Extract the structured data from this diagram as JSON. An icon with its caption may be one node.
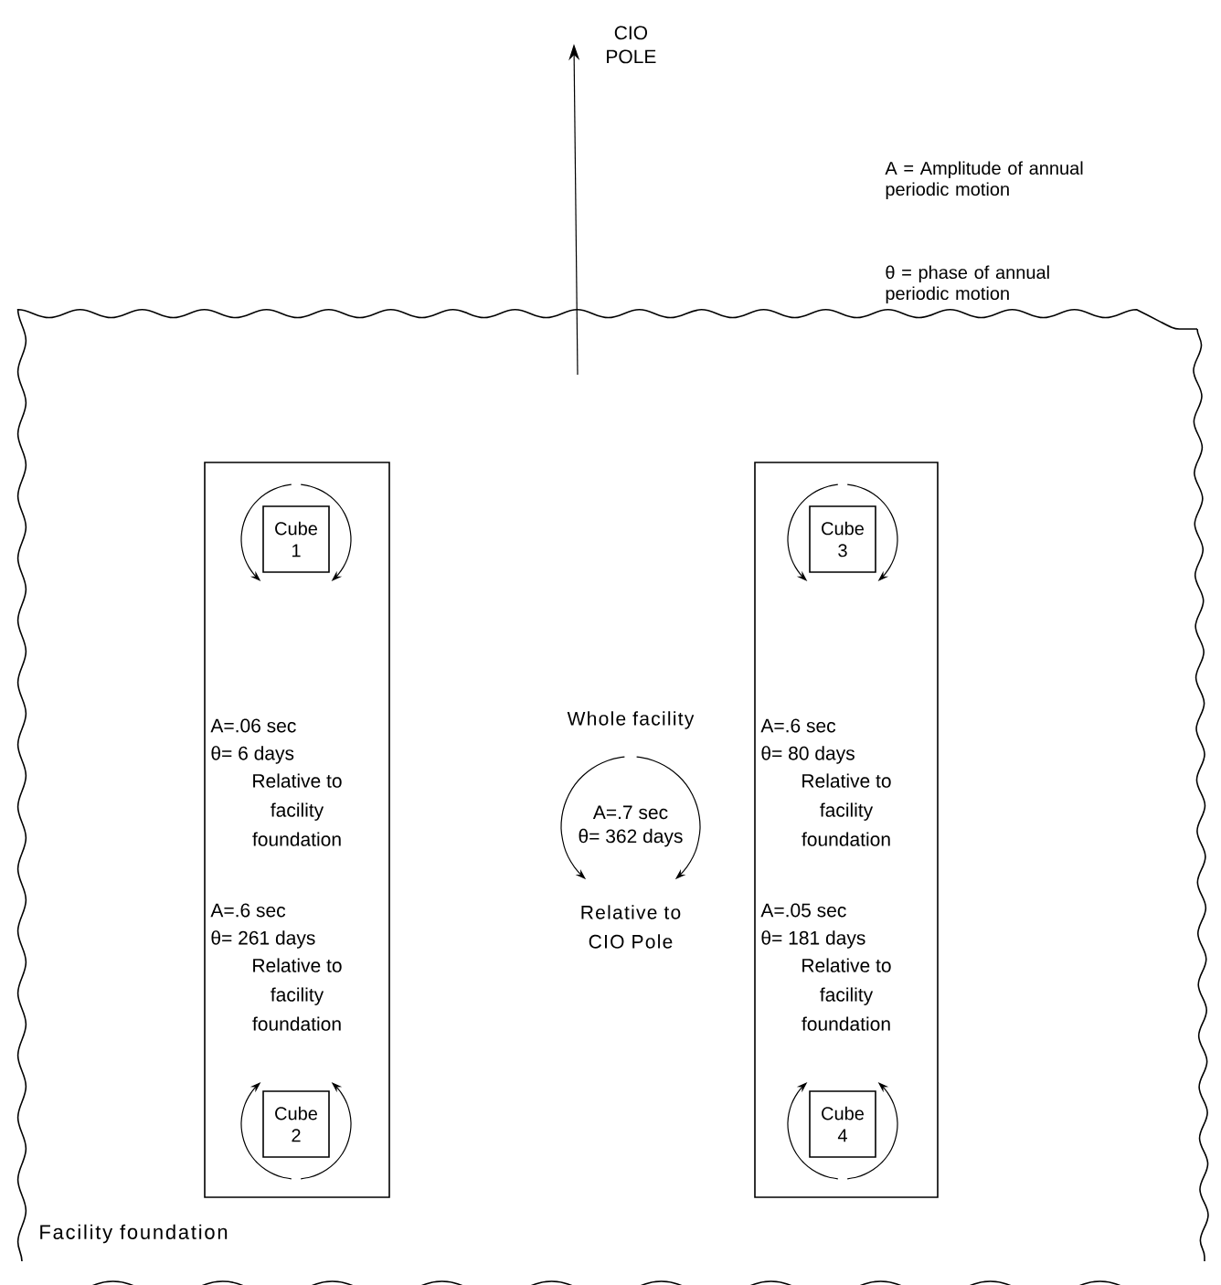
{
  "diagram": {
    "nodes": [
      {
        "text": [
          "Facility foundation"
        ]
      },
      {
        "text": [
          "A=.06 sec",
          "θ= 6 days",
          "Relative to facility foundation",
          "A=.6 sec",
          "θ= 261 days",
          "Relative to facility foundation"
        ],
        "in": 0
      },
      {
        "text": [
          "Cube 1"
        ],
        "in": 1
      },
      {
        "text": [
          "Cube 2"
        ],
        "in": 1
      },
      {
        "text": [
          "A=.7 sec",
          "θ= 362 days"
        ],
        "beside": [
          "Whole facility",
          "Relative to CIO Pole"
        ],
        "in": 0
      },
      {
        "text": [
          "A=.6 sec",
          "θ= 80 days",
          "Relative to facility foundation",
          "A=.05 sec",
          "θ= 181 days",
          "Relative to facility foundation"
        ],
        "in": 0
      },
      {
        "text": [
          "Cube 3"
        ],
        "in": 5
      },
      {
        "text": [
          "Cube 4"
        ],
        "in": 5
      }
    ],
    "labels": [
      "CIO POLE",
      "A = Amplitude of annual periodic motion",
      "θ = phase of annual periodic motion"
    ]
  }
}
